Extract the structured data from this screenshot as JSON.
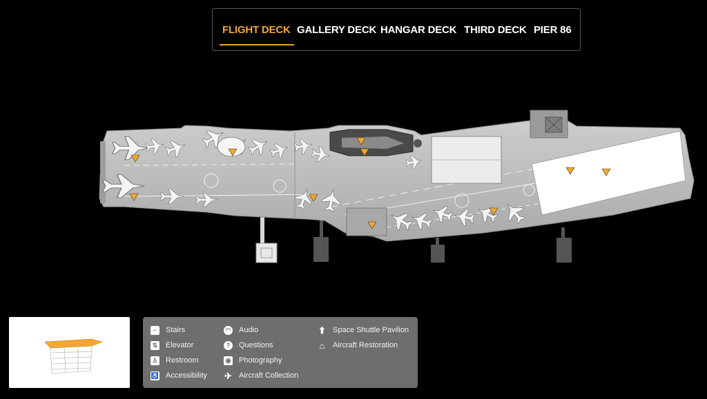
{
  "tabs": [
    {
      "label": "FLIGHT DECK",
      "active": true
    },
    {
      "label": "GALLERY DECK",
      "active": false
    },
    {
      "label": "HANGAR DECK",
      "active": false
    },
    {
      "label": "THIRD DECK",
      "active": false
    },
    {
      "label": "PIER 86",
      "active": false
    }
  ],
  "legend": {
    "stairs": "Stairs",
    "elevator": "Elevator",
    "restroom": "Restroom",
    "accessibility": "Accessibility",
    "audio": "Audio",
    "questions": "Questions",
    "photography": "Photography",
    "aircraft_collection": "Aircraft Collection",
    "space_shuttle": "Space Shuttle Pavilion",
    "aircraft_restoration": "Aircraft Restoration"
  },
  "colors": {
    "accent": "#f0a733",
    "deck": "#bdbdbd",
    "legend_bg": "#6e6e6e"
  }
}
